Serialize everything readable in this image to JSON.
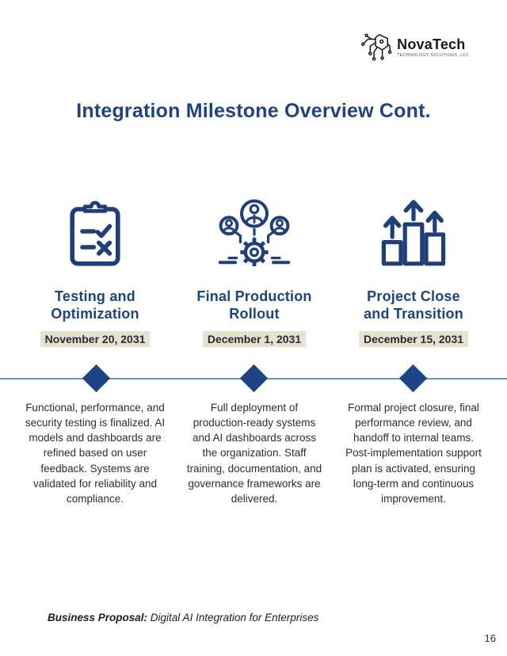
{
  "logo": {
    "name": "NovaTech",
    "tagline": "TECHNOLOGY SOLUTIONS, LLC."
  },
  "title": "Integration Milestone Overview Cont.",
  "milestones": [
    {
      "icon": "clipboard-check-icon",
      "title": "Testing and\nOptimization",
      "date": "November 20, 2031",
      "description": "Functional, performance, and security testing is finalized. AI models and dashboards are refined based on user feedback. Systems are validated for reliability and compliance."
    },
    {
      "icon": "team-gear-icon",
      "title": "Final Production\nRollout",
      "date": "December 1, 2031",
      "description": "Full deployment of production-ready systems and AI dashboards across the organization. Staff training, documentation, and governance frameworks are delivered."
    },
    {
      "icon": "growth-bars-icon",
      "title": "Project Close\nand Transition",
      "date": "December 15, 2031",
      "description": "Formal project closure, final performance review, and handoff to internal teams. Post-implementation support plan is activated, ensuring long-term and continuous improvement."
    }
  ],
  "footer": {
    "label": "Business Proposal:",
    "text": " Digital AI Integration for Enterprises"
  },
  "page_number": "16",
  "colors": {
    "accent_blue": "#1b4484",
    "icon_navy": "#1e3f7d",
    "timeline_blue": "#5b9bd5",
    "date_highlight": "#e8e1cb",
    "body_text": "#2e2e2e"
  }
}
